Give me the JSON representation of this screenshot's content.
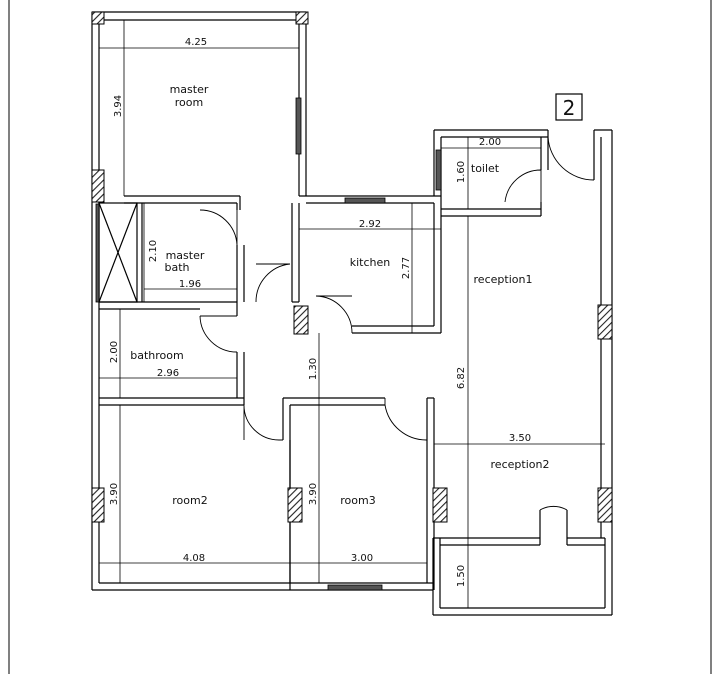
{
  "plan_number": "2",
  "rooms": {
    "master_room": [
      "master",
      "room"
    ],
    "master_bath": [
      "master",
      "bath"
    ],
    "toilet": "toilet",
    "kitchen": "kitchen",
    "reception1": "reception1",
    "reception2": "reception2",
    "bathroom": "bathroom",
    "room2": "room2",
    "room3": "room3"
  },
  "dimensions": {
    "master_room_width": "4.25",
    "master_room_depth": "3.94",
    "toilet_width": "2.00",
    "toilet_depth": "1.60",
    "master_bath_depth": "2.10",
    "master_bath_width": "1.96",
    "kitchen_width": "2.92",
    "kitchen_depth": "2.77",
    "bathroom_depth": "2.00",
    "bathroom_width": "2.96",
    "corridor": "1.30",
    "reception_depth": "6.82",
    "reception2_width": "3.50",
    "room2_depth": "3.90",
    "room2_width": "4.08",
    "room3_depth": "3.90",
    "room3_width": "3.00",
    "balcony_depth": "1.50"
  }
}
